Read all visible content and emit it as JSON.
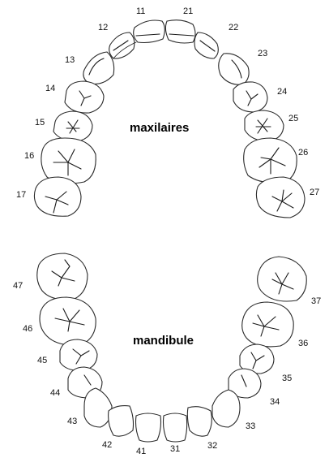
{
  "labels": {
    "upper": "maxilaires",
    "lower": "mandibule"
  },
  "upper_teeth": [
    "11",
    "12",
    "13",
    "14",
    "15",
    "16",
    "17",
    "21",
    "22",
    "23",
    "24",
    "25",
    "26",
    "27"
  ],
  "lower_teeth": [
    "31",
    "32",
    "33",
    "34",
    "35",
    "36",
    "37",
    "41",
    "42",
    "43",
    "44",
    "45",
    "46",
    "47"
  ]
}
